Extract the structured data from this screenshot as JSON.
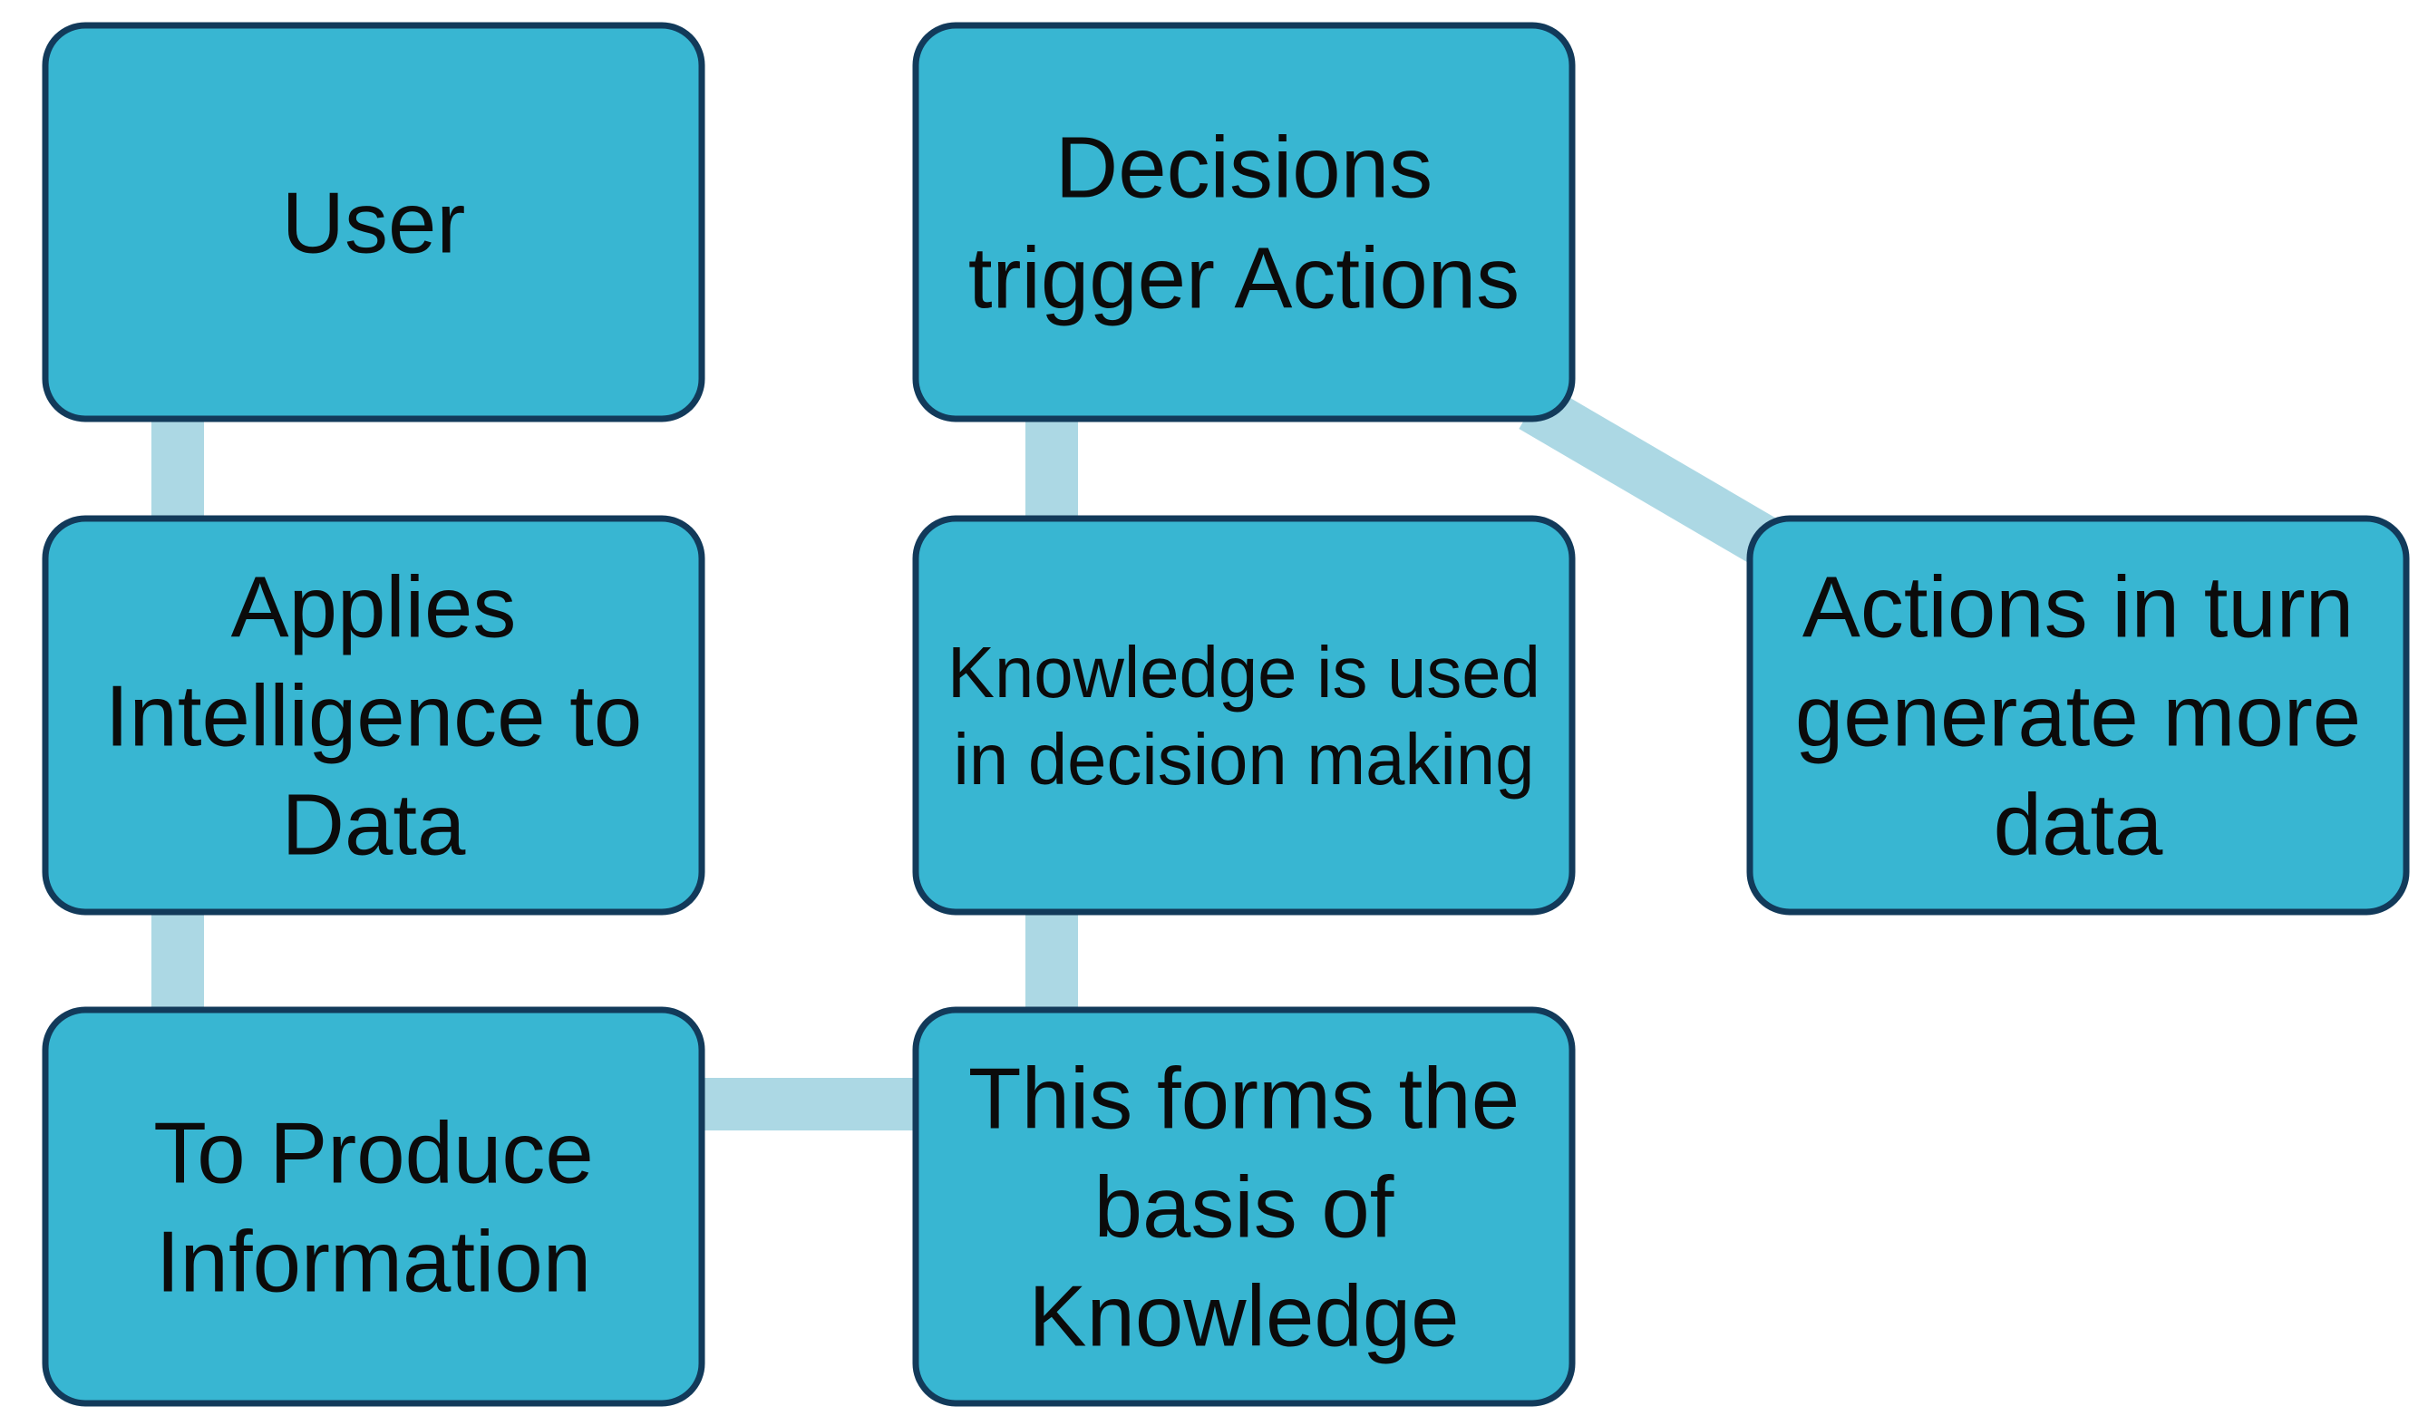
{
  "diagram": {
    "nodes": [
      {
        "id": "user",
        "lines": [
          "User"
        ]
      },
      {
        "id": "applies-intelligence",
        "lines": [
          "Applies",
          "Intelligence to",
          "Data"
        ]
      },
      {
        "id": "produce-information",
        "lines": [
          "To Produce",
          "Information"
        ]
      },
      {
        "id": "basis-of-knowledge",
        "lines": [
          "This forms the",
          "basis of",
          "Knowledge"
        ]
      },
      {
        "id": "knowledge-decision",
        "lines": [
          "Knowledge is used",
          "in decision making"
        ]
      },
      {
        "id": "decisions-actions",
        "lines": [
          "Decisions",
          "trigger Actions"
        ]
      },
      {
        "id": "actions-more-data",
        "lines": [
          "Actions in turn",
          "generate more",
          "data"
        ]
      }
    ],
    "edges": [
      {
        "from": "user",
        "to": "applies-intelligence"
      },
      {
        "from": "applies-intelligence",
        "to": "produce-information"
      },
      {
        "from": "produce-information",
        "to": "basis-of-knowledge"
      },
      {
        "from": "basis-of-knowledge",
        "to": "knowledge-decision"
      },
      {
        "from": "knowledge-decision",
        "to": "decisions-actions"
      },
      {
        "from": "decisions-actions",
        "to": "actions-more-data"
      }
    ],
    "colors": {
      "node_fill": "#38b6d2",
      "node_border": "#123a5a",
      "connector": "#acd8e4",
      "text": "#0b0b0b"
    }
  }
}
